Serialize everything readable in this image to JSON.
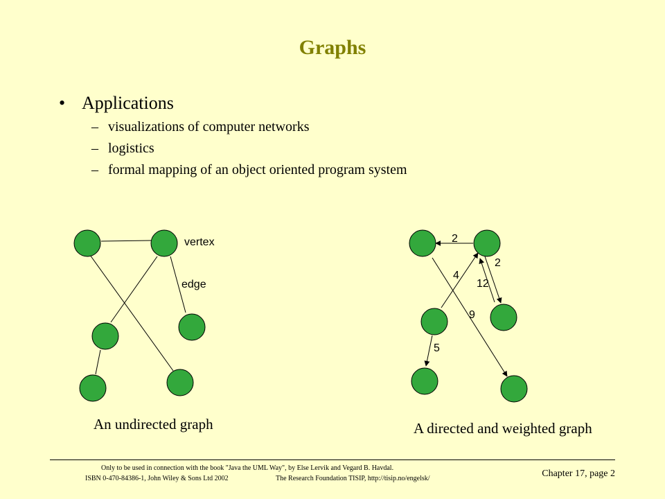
{
  "slide": {
    "title": "Graphs"
  },
  "bullets": {
    "main": "Applications",
    "subs": [
      "visualizations of computer networks",
      "logistics",
      "formal mapping of an object oriented program system"
    ]
  },
  "undirected": {
    "caption": "An undirected graph",
    "vertex_label": "vertex",
    "edge_label": "edge"
  },
  "directed": {
    "caption": "A directed and weighted graph",
    "weights": [
      "2",
      "2",
      "4",
      "12",
      "9",
      "5"
    ]
  },
  "footer": {
    "line1": "Only to be used in connection with the book \"Java the UML Way\", by Else Lervik and Vegard B. Havdal.",
    "line2a": "ISBN 0-470-84386-1, John Wiley & Sons Ltd 2002",
    "line2b": "The Research Foundation TISIP, http://tisip.no/engelsk/",
    "page": "Chapter 17, page 2"
  },
  "colors": {
    "background": "#ffffcc",
    "title": "#808000",
    "node": "#33a83c"
  }
}
